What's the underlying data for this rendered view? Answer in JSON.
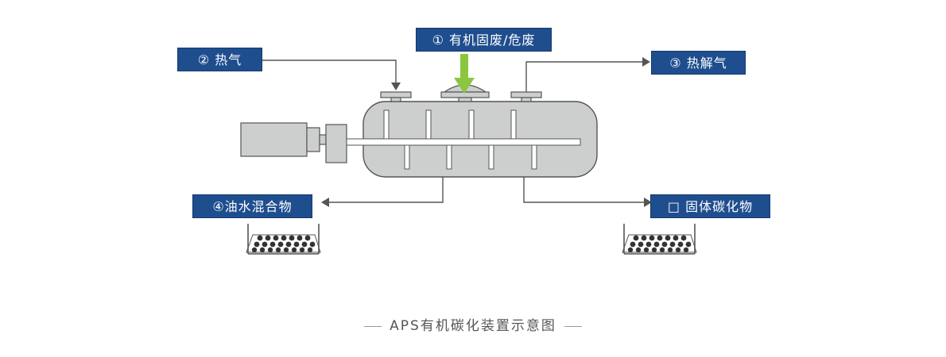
{
  "labels": {
    "input": "① 有机固废/危废",
    "heat_gas": "② 热气",
    "pyrolysis_gas": "③ 热解气",
    "oil_water": "④油水混合物",
    "solid_carbide": "□ 固体碳化物"
  },
  "caption": "APS有机碳化装置示意图",
  "colors": {
    "label_bg": "#1f4e8f",
    "arrow_green": "#8cc63f",
    "vessel_fill": "#cdcfcf",
    "outline": "#555555"
  }
}
